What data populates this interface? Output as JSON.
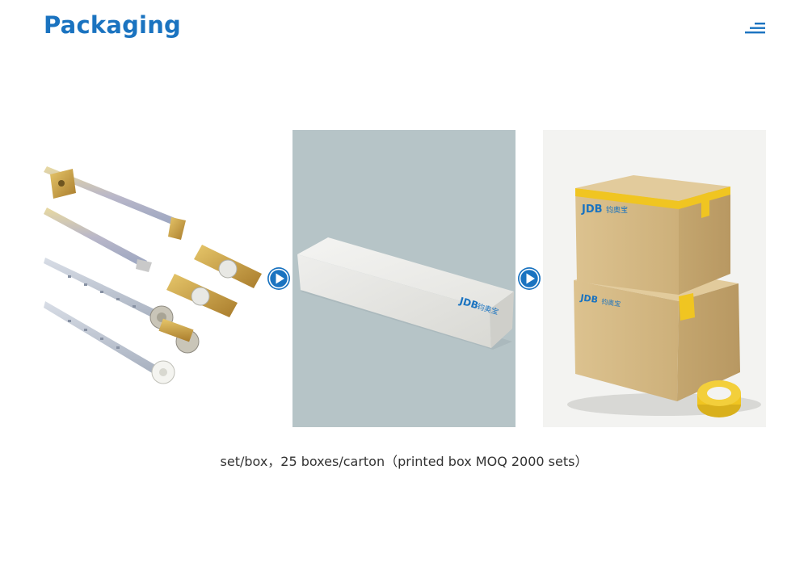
{
  "header": {
    "title": "Packaging",
    "menu_icon": "menu-lines-icon"
  },
  "gallery": {
    "items": [
      {
        "name": "product-hardware",
        "image_icon": "drawer-slide-hardware-image"
      },
      {
        "name": "product-box",
        "image_icon": "white-box-image",
        "logo_text": "JDB",
        "logo_cn": "钧奥宝"
      },
      {
        "name": "shipping-carton",
        "image_icon": "cardboard-carton-image",
        "logo_text": "JDB",
        "logo_cn": "钧奥宝"
      }
    ],
    "arrow_icon": "play-arrow-icon"
  },
  "caption": "set/box，25 boxes/carton（printed box MOQ 2000 sets）",
  "colors": {
    "accent": "#1a73c0",
    "panel_box_bg": "#b6c4c7",
    "carton": "#d4b582",
    "tape": "#f0c521",
    "text": "#333333"
  }
}
